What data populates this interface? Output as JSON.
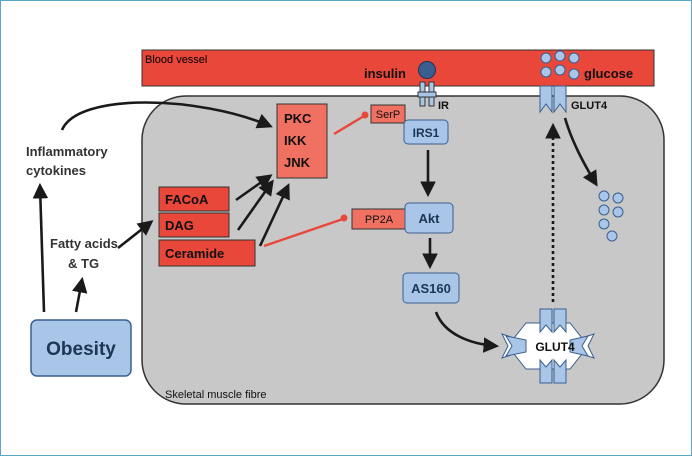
{
  "diagram": {
    "blood_vessel": "Blood vessel",
    "insulin": "insulin",
    "ir": "IR",
    "glucose": "glucose",
    "glut4_top": "GLUT4",
    "glut4_membrane": "GLUT4",
    "muscle_label": "Skeletal muscle fibre",
    "inflammatory_line1": "Inflammatory",
    "inflammatory_line2": "cytokines",
    "fatty_line1": "Fatty acids",
    "fatty_line2": "& TG",
    "obesity": "Obesity",
    "pkc": "PKC",
    "ikk": "IKK",
    "jnk": "JNK",
    "serp": "SerP",
    "irs1": "IRS1",
    "facoa": "FACoA",
    "dag": "DAG",
    "ceramide": "Ceramide",
    "pp2a": "PP2A",
    "akt": "Akt",
    "as160": "AS160"
  },
  "colors": {
    "red": "#e8473a",
    "pink_box": "#f07062",
    "blue_box": "#a9c6e8",
    "blue_dark": "#3a5f8f",
    "cell_gray": "#c8c8c8"
  }
}
